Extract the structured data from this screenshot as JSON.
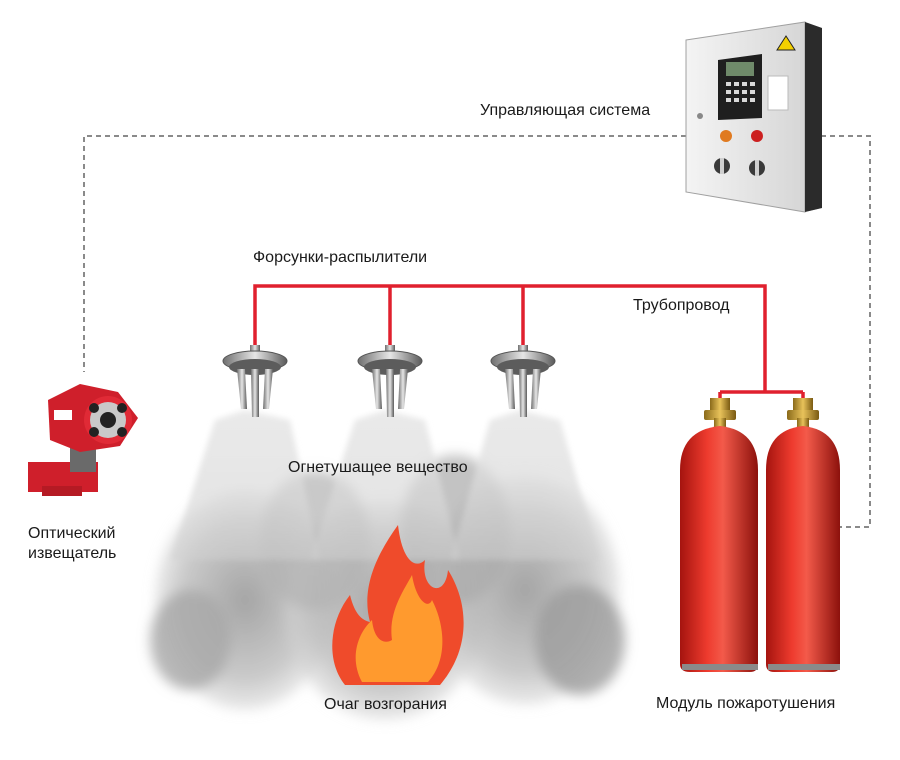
{
  "labels": {
    "control_system": "Управляющая система",
    "nozzles": "Форсунки-распылители",
    "pipeline": "Трубопровод",
    "agent": "Огнетушащее вещество",
    "detector_line1": "Оптический",
    "detector_line2": "извещатель",
    "fire_source": "Очаг возгорания",
    "module": "Модуль пожаротушения"
  },
  "colors": {
    "pipe": "#e0202e",
    "signal_line": "#8a8a8a",
    "cylinder": "#d8261f",
    "flame_outer": "#ef4b2b",
    "flame_inner": "#ff9a2e",
    "detector": "#cf1f2b"
  },
  "icons": {
    "control_cabinet": "control-cabinet-icon",
    "detector": "optical-detector-icon",
    "nozzle": "spray-nozzle-icon",
    "cylinder": "gas-cylinder-icon",
    "flame": "flame-icon",
    "warning": "high-voltage-warning-icon"
  }
}
